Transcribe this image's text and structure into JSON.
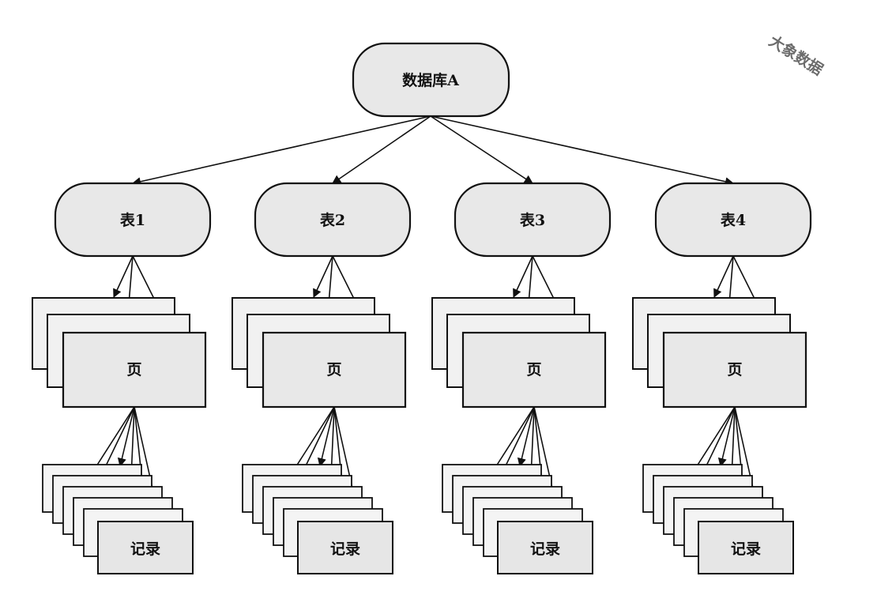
{
  "root": {
    "label": "数据库A"
  },
  "tables": [
    {
      "label": "表1",
      "page_label": "页",
      "record_label": "记录"
    },
    {
      "label": "表2",
      "page_label": "页",
      "record_label": "记录"
    },
    {
      "label": "表3",
      "page_label": "页",
      "record_label": "记录"
    },
    {
      "label": "表4",
      "page_label": "页",
      "record_label": "记录"
    }
  ],
  "watermark": {
    "text": "大象数据"
  }
}
